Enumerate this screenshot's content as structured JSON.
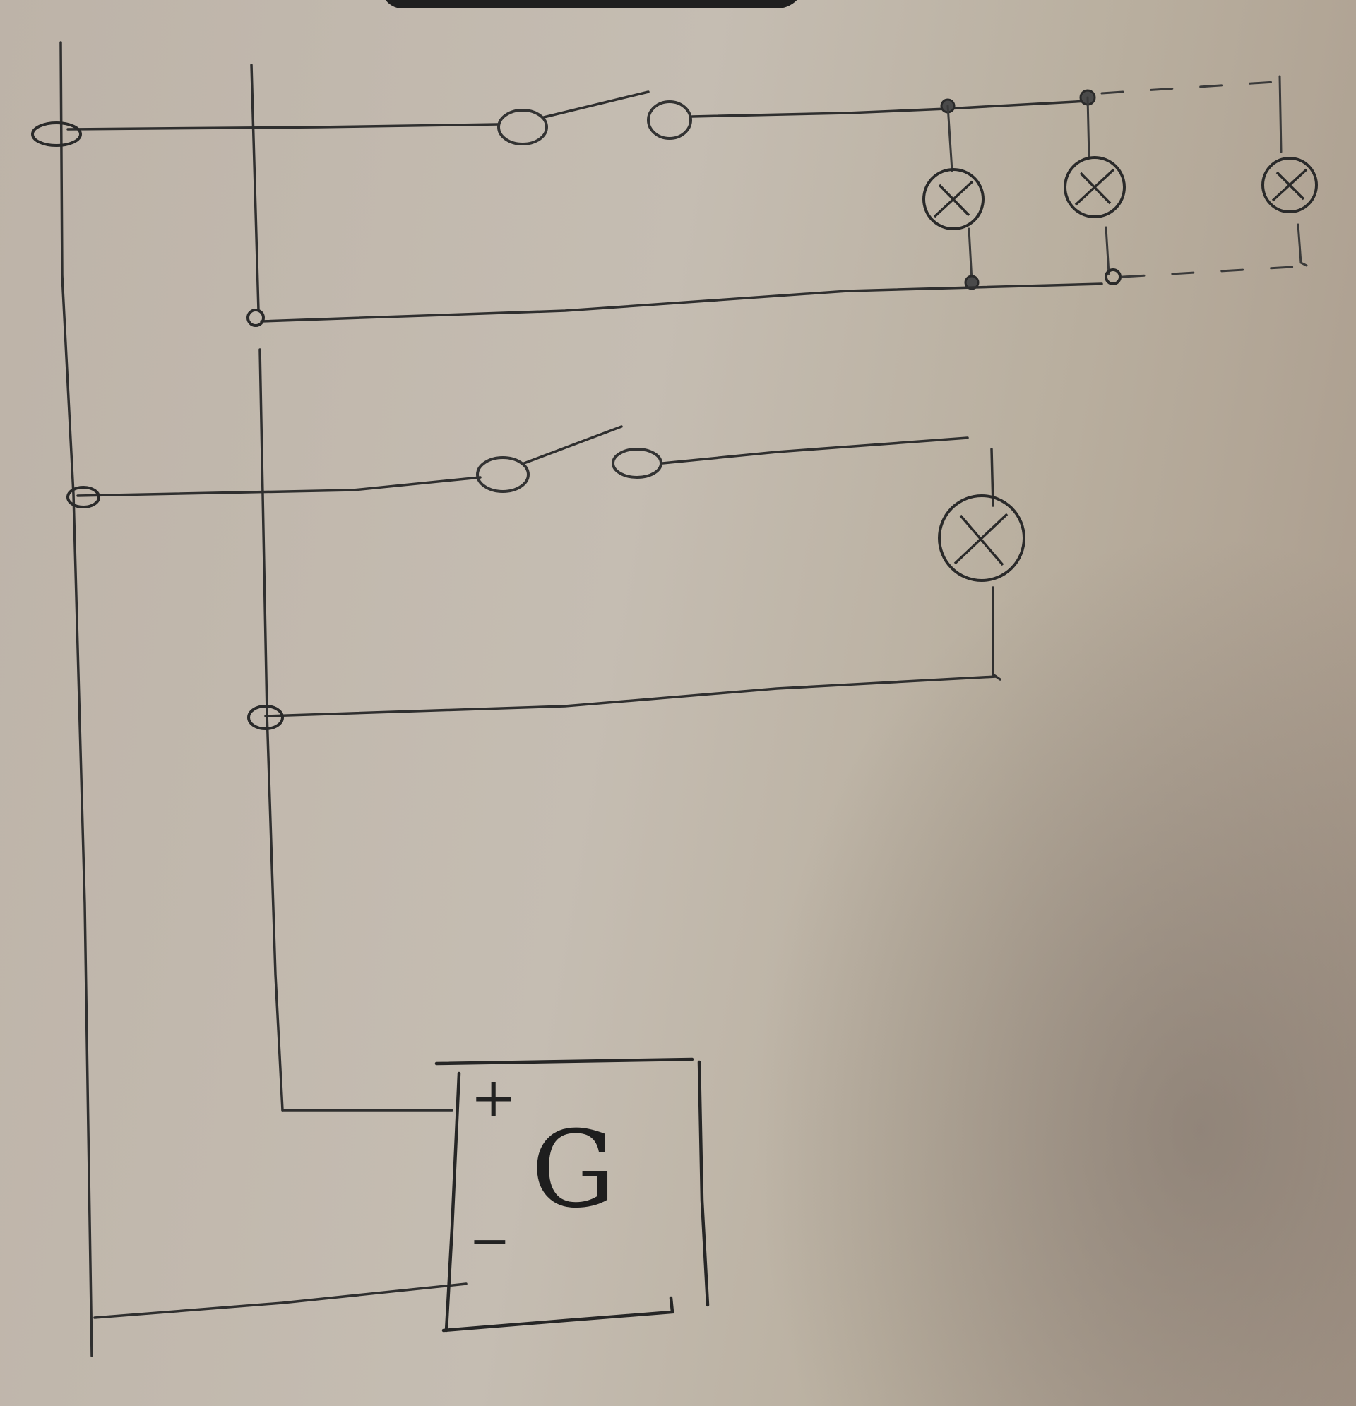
{
  "generator": {
    "symbol": "G",
    "plus_terminal": "+",
    "minus_terminal": "−"
  },
  "lamps": {
    "upper_group_count": 3,
    "lower_group_count": 1,
    "icon": "crossed-circle-lamp-icon"
  },
  "switches": {
    "count": 2,
    "icon": "open-switch-icon"
  },
  "colors": {
    "ink": "#2f2f2f",
    "paper": "#c5bdb2"
  }
}
